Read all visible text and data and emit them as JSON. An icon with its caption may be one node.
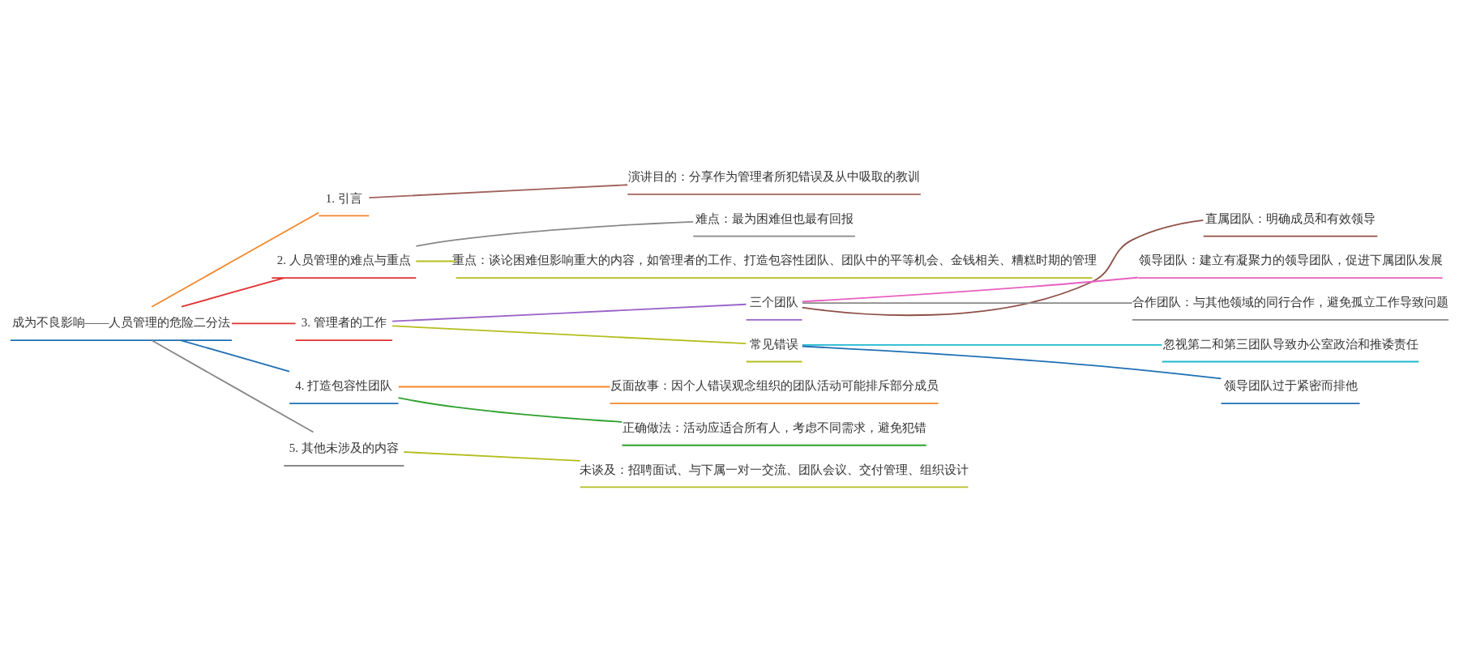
{
  "diagram": {
    "nodes": [
      {
        "text": [
          "成为不良影响——人员管理的危险二分法"
        ]
      },
      {
        "text": [
          "1. 引言"
        ]
      },
      {
        "text": [
          "演讲目的：分享作为管理者所犯错误及从中吸取的教训"
        ]
      },
      {
        "text": [
          "2. 人员管理的难点与重点"
        ]
      },
      {
        "text": [
          "难点：最为困难但也最有回报"
        ]
      },
      {
        "text": [
          "重点：谈论困难但影响重大的内容，如管理者的工作、打造包容性团队、团队中的平等机会、金钱相关、糟糕时期的管理"
        ]
      },
      {
        "text": [
          "3. 管理者的工作"
        ]
      },
      {
        "text": [
          "三个团队"
        ]
      },
      {
        "text": [
          "直属团队：明确成员和有效领导"
        ]
      },
      {
        "text": [
          "领导团队：建立有凝聚力的领导团队，促进下属团队发展"
        ]
      },
      {
        "text": [
          "合作团队：与其他领域的同行合作，避免孤立工作导致问题"
        ]
      },
      {
        "text": [
          "常见错误"
        ]
      },
      {
        "text": [
          "忽视第二和第三团队导致办公室政治和推诿责任"
        ]
      },
      {
        "text": [
          "领导团队过于紧密而排他"
        ]
      },
      {
        "text": [
          "4. 打造包容性团队"
        ]
      },
      {
        "text": [
          "反面故事：因个人错误观念组织的团队活动可能排斥部分成员"
        ]
      },
      {
        "text": [
          "正确做法：活动应适合所有人，考虑不同需求，避免犯错"
        ]
      },
      {
        "text": [
          "5. 其他未涉及的内容"
        ]
      },
      {
        "text": [
          "未谈及：招聘面试、与下属一对一交流、团队会议、交付管理、组织设计"
        ]
      }
    ],
    "edges": [
      {
        "from": 0,
        "to": 1,
        "arrow": "none",
        "color": "#f5862a"
      },
      {
        "from": 1,
        "to": 2,
        "arrow": "none",
        "color": "#a0625b"
      },
      {
        "from": 0,
        "to": 3,
        "arrow": "none",
        "color": "#e03131"
      },
      {
        "from": 3,
        "to": 4,
        "arrow": "none",
        "color": "#888888"
      },
      {
        "from": 3,
        "to": 5,
        "arrow": "none",
        "color": "#b5bd1e"
      },
      {
        "from": 0,
        "to": 6,
        "arrow": "none",
        "color": "#e03131"
      },
      {
        "from": 6,
        "to": 7,
        "arrow": "none",
        "color": "#9a63c8"
      },
      {
        "from": 7,
        "to": 8,
        "arrow": "none",
        "color": "#8d4f45"
      },
      {
        "from": 7,
        "to": 9,
        "arrow": "none",
        "color": "#e85fc0"
      },
      {
        "from": 7,
        "to": 10,
        "arrow": "none",
        "color": "#888888"
      },
      {
        "from": 6,
        "to": 11,
        "arrow": "none",
        "color": "#b5bd1e"
      },
      {
        "from": 11,
        "to": 12,
        "arrow": "none",
        "color": "#1db8d0"
      },
      {
        "from": 11,
        "to": 13,
        "arrow": "none",
        "color": "#1f6fb5"
      },
      {
        "from": 0,
        "to": 14,
        "arrow": "none",
        "color": "#1f6fb5"
      },
      {
        "from": 14,
        "to": 15,
        "arrow": "none",
        "color": "#f5862a"
      },
      {
        "from": 14,
        "to": 16,
        "arrow": "none",
        "color": "#2ca02c"
      },
      {
        "from": 0,
        "to": 17,
        "arrow": "none",
        "color": "#888888"
      },
      {
        "from": 17,
        "to": 18,
        "arrow": "none",
        "color": "#b5bd1e"
      }
    ]
  }
}
